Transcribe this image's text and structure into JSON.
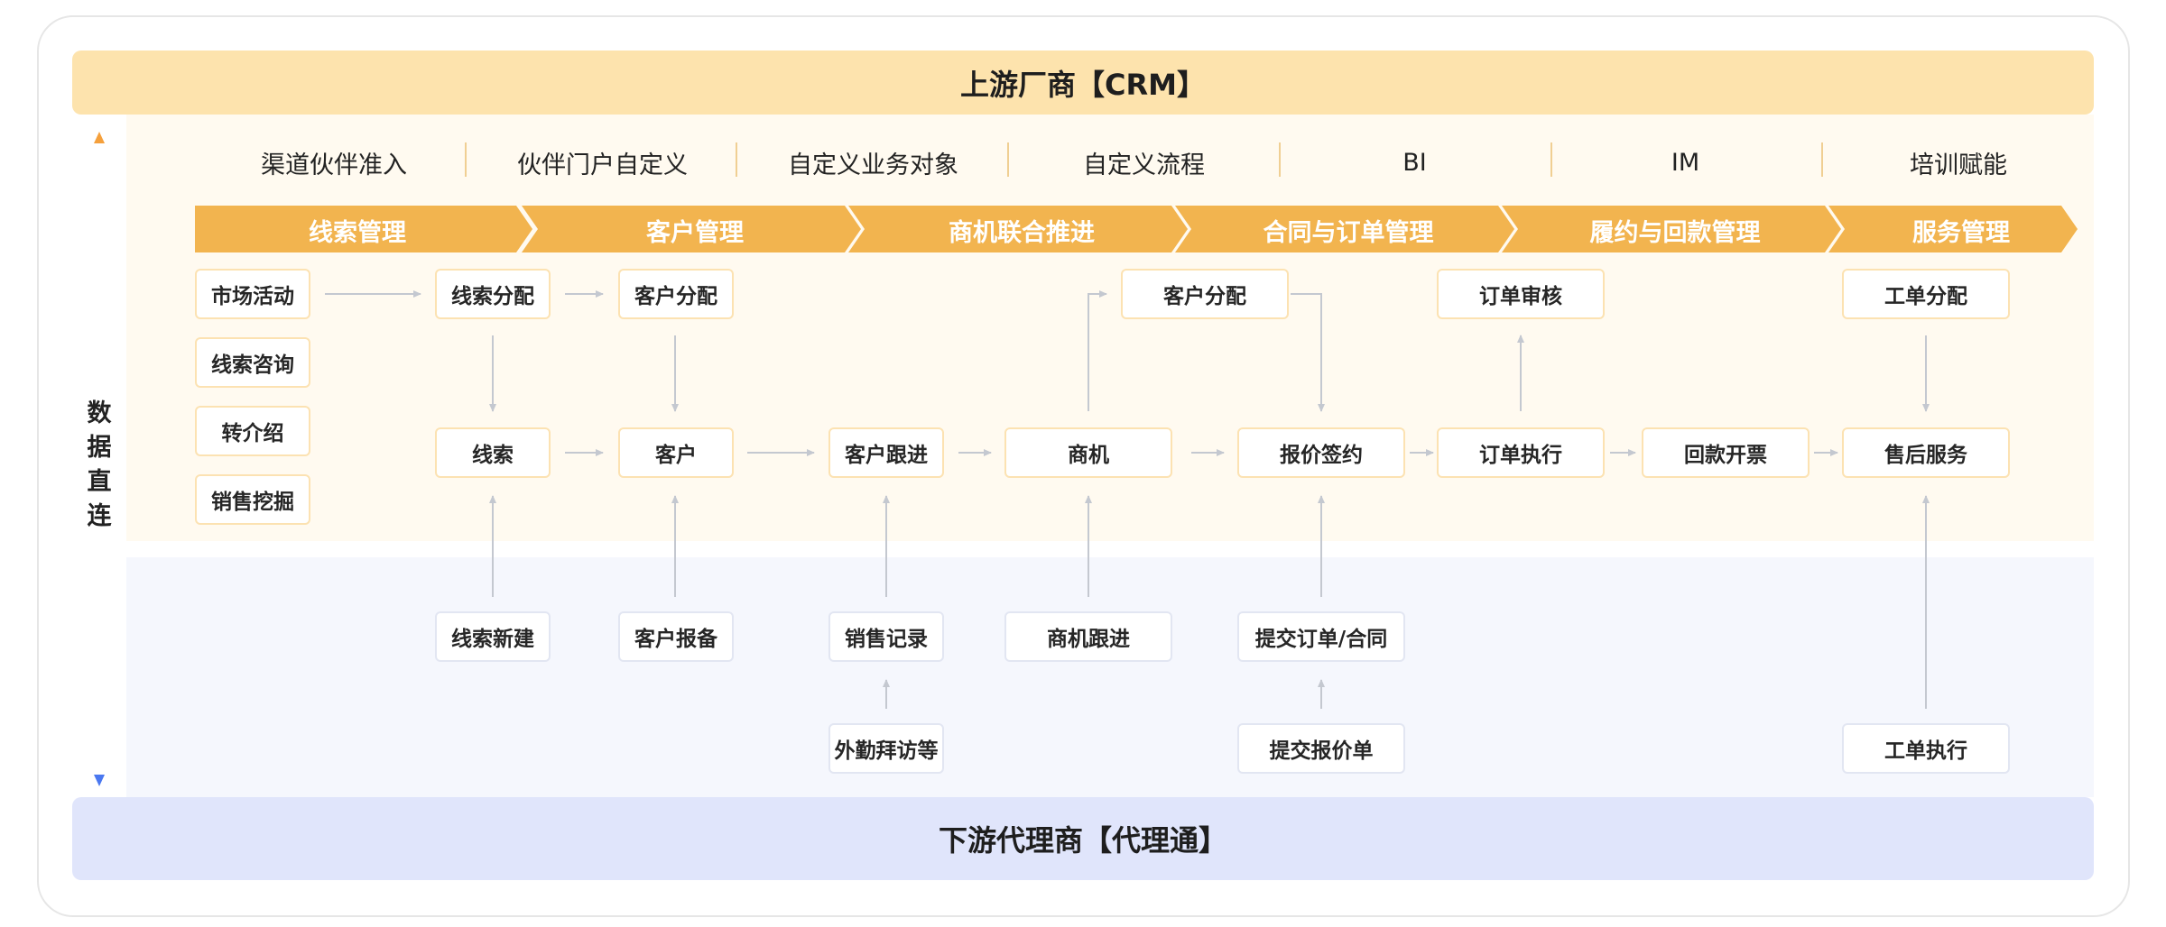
{
  "top_band": "上游厂商【CRM】",
  "bottom_band": "下游代理商【代理通】",
  "side_label": [
    "数",
    "据",
    "直",
    "连"
  ],
  "capabilities": [
    "渠道伙伴准入",
    "伙伴门户自定义",
    "自定义业务对象",
    "自定义流程",
    "BI",
    "IM",
    "培训赋能"
  ],
  "stages": [
    "线索管理",
    "客户管理",
    "商机联合推进",
    "合同与订单管理",
    "履约与回款管理",
    "服务管理"
  ],
  "nodes": {
    "shichang": "市场活动",
    "xiansuo_zixun": "线索咨询",
    "zhuan_jieshao": "转介绍",
    "xiaoshou_wajue": "销售挖掘",
    "xiansuo_fenpei": "线索分配",
    "kehu_fenpei_1": "客户分配",
    "kehu_fenpei_2": "客户分配",
    "dingdan_shenhe": "订单审核",
    "gongdan_fenpei": "工单分配",
    "xiansuo": "线索",
    "kehu": "客户",
    "kehu_genjin": "客户跟进",
    "shangji": "商机",
    "baojia_qianyue": "报价签约",
    "dingdan_zhixing": "订单执行",
    "huikuan_kaipiao": "回款开票",
    "shouhou_fuwu": "售后服务",
    "xiansuo_xinjian": "线索新建",
    "kehu_baobei": "客户报备",
    "xiaoshou_jilu": "销售记录",
    "shangji_genjin": "商机跟进",
    "tijiao_dingdan": "提交订单/合同",
    "waiqin": "外勤拜访等",
    "tijiao_baojia": "提交报价单",
    "gongdan_zhixing": "工单执行"
  },
  "colors": {
    "top_band": "#fde3ad",
    "bottom_band": "#e0e5fb",
    "chevron": "#f2b44f",
    "box_border_upper": "#fce2b2",
    "box_border_lower": "#e2e6f2",
    "connector": "#c4c8d0",
    "side_arrow_top": "#f5a03c",
    "side_arrow_bottom": "#4a78f0"
  }
}
